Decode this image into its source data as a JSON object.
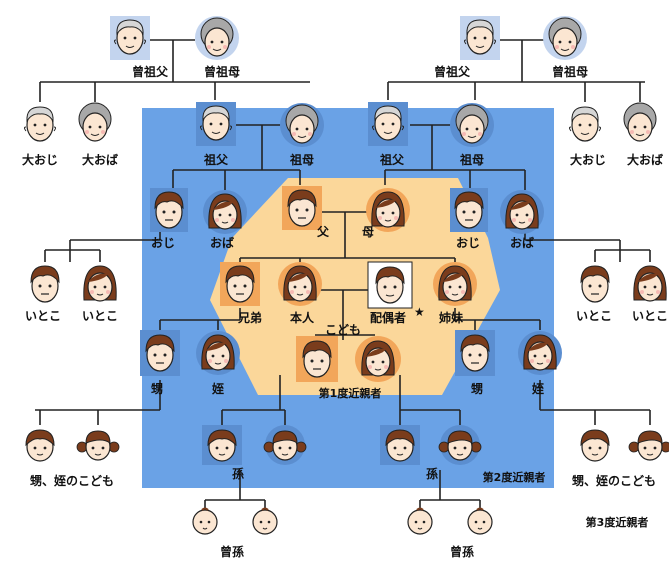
{
  "labels": {
    "great_grandfather": "曾祖父",
    "great_grandmother": "曾祖母",
    "grand_uncle": "大おじ",
    "grand_aunt": "大おば",
    "grandfather": "祖父",
    "grandmother": "祖母",
    "father": "父",
    "mother": "母",
    "uncle": "おじ",
    "aunt": "おば",
    "cousin": "いとこ",
    "sibling_brother": "兄弟",
    "self": "本人",
    "spouse": "配偶者",
    "spouse_mark": "★",
    "sister": "姉妹",
    "children": "こども",
    "nephew": "甥",
    "niece": "姪",
    "nephew_niece_children": "甥、姪のこども",
    "grandchild": "孫",
    "great_grandchild": "曾孫"
  },
  "zones": {
    "first_degree": "第1度近親者",
    "second_degree": "第2度近親者",
    "third_degree": "第3度近親者"
  },
  "colors": {
    "second_degree_fill": "#6aa2e6",
    "first_degree_fill": "#fbd79a",
    "skin": "#fbe6d2",
    "hair_brown": "#7a3c1c",
    "hair_gray": "#9a9a9a",
    "line": "#222222"
  }
}
